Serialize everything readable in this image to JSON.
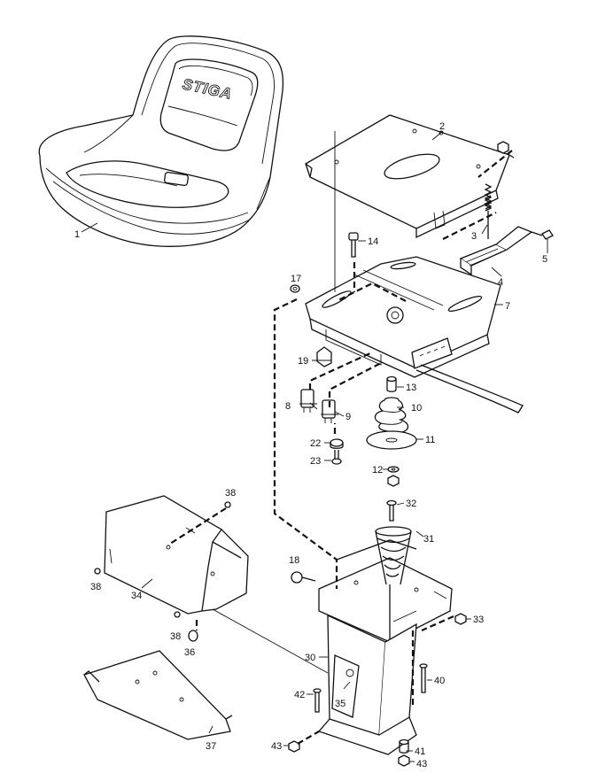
{
  "brand_logo": "STIGA",
  "callouts": {
    "p1": "1",
    "p2": "2",
    "p3": "3",
    "p4": "4",
    "p5": "5",
    "p7": "7",
    "p8": "8",
    "p9": "9",
    "p10": "10",
    "p11": "11",
    "p12": "12",
    "p13": "13",
    "p14": "14",
    "p17": "17",
    "p18": "18",
    "p19": "19",
    "p22": "22",
    "p23": "23",
    "p30": "30",
    "p31": "31",
    "p32": "32",
    "p33": "33",
    "p34": "34",
    "p35": "35",
    "p36": "36",
    "p37": "37",
    "p38a": "38",
    "p38b": "38",
    "p38c": "38",
    "p40": "40",
    "p41": "41",
    "p42": "42",
    "p43a": "43",
    "p43b": "43"
  }
}
